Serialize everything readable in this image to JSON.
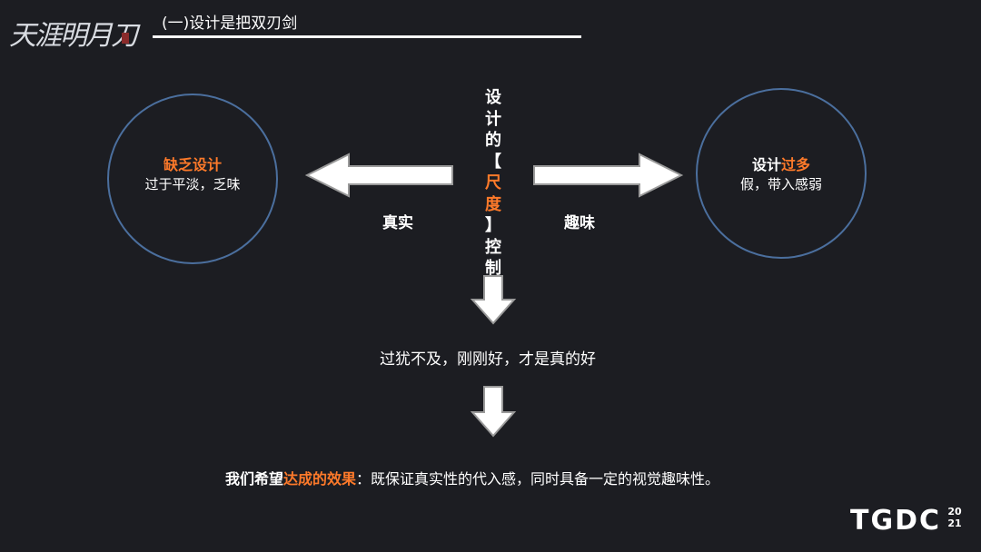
{
  "logo": {
    "text": "天涯明月刀"
  },
  "header": {
    "title": "(一)设计是把双刃剑"
  },
  "left_circle": {
    "title": "缺乏设计",
    "subtitle": "过于平淡，乏味"
  },
  "right_circle": {
    "title_white": "设计",
    "title_orange": "过多",
    "subtitle": "假，带入感弱"
  },
  "center_vertical": {
    "top": [
      "设",
      "计",
      "的",
      "【"
    ],
    "orange": [
      "尺",
      "度"
    ],
    "bottom": [
      "】",
      "控",
      "制"
    ]
  },
  "labels": {
    "left": "真实",
    "right": "趣味"
  },
  "middle_text": "过犹不及，刚刚好，才是真的好",
  "conclusion": {
    "bold_white": "我们希望",
    "bold_orange": "达成的效果",
    "rest": "：既保证真实性的代入感，同时具备一定的视觉趣味性。"
  },
  "brand": {
    "name": "TGDC",
    "year_top": "20",
    "year_bottom": "21"
  },
  "colors": {
    "accent": "#ff7a2a",
    "circle_border": "#4b6f9e",
    "background": "#1c1d22"
  }
}
